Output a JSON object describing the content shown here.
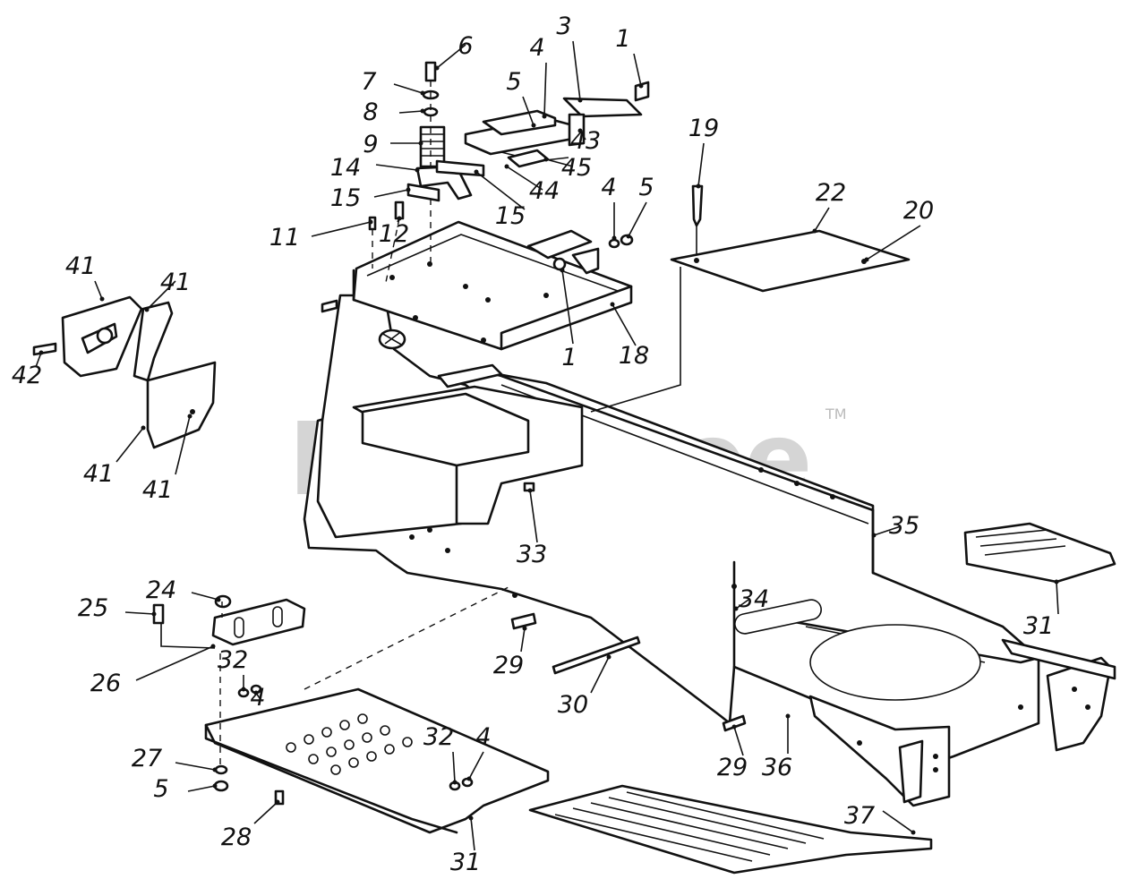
{
  "watermark": {
    "text": "PartsTree",
    "trademark": "TM"
  },
  "callouts": [
    {
      "id": "c1a",
      "label": "1"
    },
    {
      "id": "c3",
      "label": "3"
    },
    {
      "id": "c4a",
      "label": "4"
    },
    {
      "id": "c5a",
      "label": "5"
    },
    {
      "id": "c6",
      "label": "6"
    },
    {
      "id": "c7",
      "label": "7"
    },
    {
      "id": "c8",
      "label": "8"
    },
    {
      "id": "c9",
      "label": "9"
    },
    {
      "id": "c14",
      "label": "14"
    },
    {
      "id": "c15a",
      "label": "15"
    },
    {
      "id": "c15b",
      "label": "15"
    },
    {
      "id": "c12",
      "label": "12"
    },
    {
      "id": "c11",
      "label": "11"
    },
    {
      "id": "c43",
      "label": "43"
    },
    {
      "id": "c45",
      "label": "45"
    },
    {
      "id": "c44",
      "label": "44"
    },
    {
      "id": "c4b",
      "label": "4"
    },
    {
      "id": "c5b",
      "label": "5"
    },
    {
      "id": "c19",
      "label": "19"
    },
    {
      "id": "c22",
      "label": "22"
    },
    {
      "id": "c20",
      "label": "20"
    },
    {
      "id": "c1b",
      "label": "1"
    },
    {
      "id": "c18",
      "label": "18"
    },
    {
      "id": "c41a",
      "label": "41"
    },
    {
      "id": "c41b",
      "label": "41"
    },
    {
      "id": "c42",
      "label": "42"
    },
    {
      "id": "c41c",
      "label": "41"
    },
    {
      "id": "c41d",
      "label": "41"
    },
    {
      "id": "c33",
      "label": "33"
    },
    {
      "id": "c35",
      "label": "35"
    },
    {
      "id": "c31a",
      "label": "31"
    },
    {
      "id": "c34",
      "label": "34"
    },
    {
      "id": "c24",
      "label": "24"
    },
    {
      "id": "c25",
      "label": "25"
    },
    {
      "id": "c26",
      "label": "26"
    },
    {
      "id": "c32a",
      "label": "32"
    },
    {
      "id": "c4c",
      "label": "4"
    },
    {
      "id": "c29a",
      "label": "29"
    },
    {
      "id": "c30",
      "label": "30"
    },
    {
      "id": "c27",
      "label": "27"
    },
    {
      "id": "c5c",
      "label": "5"
    },
    {
      "id": "c32b",
      "label": "32"
    },
    {
      "id": "c4d",
      "label": "4"
    },
    {
      "id": "c28",
      "label": "28"
    },
    {
      "id": "c31b",
      "label": "31"
    },
    {
      "id": "c29b",
      "label": "29"
    },
    {
      "id": "c36",
      "label": "36"
    },
    {
      "id": "c37",
      "label": "37"
    }
  ]
}
